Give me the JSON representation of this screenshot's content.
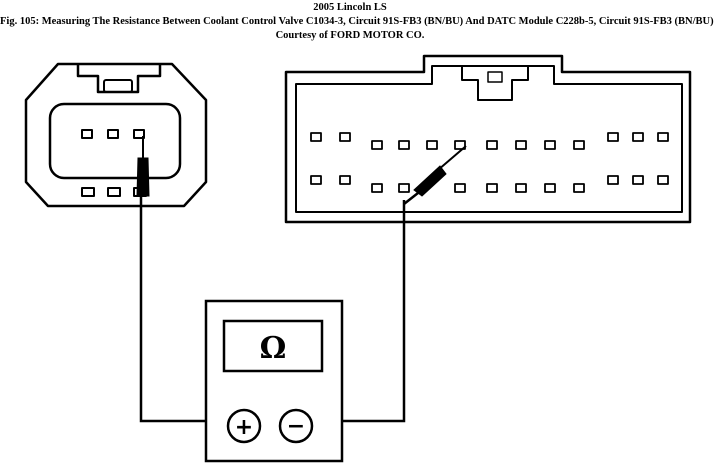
{
  "header": {
    "model": "2005 Lincoln LS",
    "figure_caption": "Fig. 105: Measuring The Resistance Between Coolant Control Valve C1034-3, Circuit 91S-FB3 (BN/BU) And DATC Module C228b-5, Circuit 91S-FB3 (BN/BU)",
    "courtesy": "Courtesy of FORD MOTOR CO."
  },
  "meter": {
    "display_symbol": "Ω",
    "positive_terminal": "+",
    "negative_terminal": "−"
  }
}
